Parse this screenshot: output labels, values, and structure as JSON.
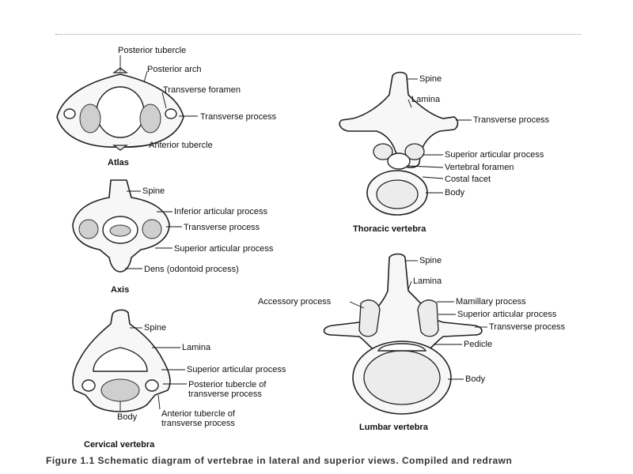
{
  "figure": {
    "caption": "Figure 1.1  Schematic diagram of vertebrae in lateral and superior views. Compiled and redrawn",
    "atlas": {
      "title": "Atlas",
      "labels": {
        "posterior_tubercle": "Posterior tubercle",
        "posterior_arch": "Posterior arch",
        "transverse_foramen": "Transverse foramen",
        "transverse_process": "Transverse process",
        "anterior_tubercle": "Anterior tubercle"
      }
    },
    "axis": {
      "title": "Axis",
      "labels": {
        "spine": "Spine",
        "inferior_articular_process": "Inferior articular process",
        "transverse_process": "Transverse process",
        "superior_articular_process": "Superior articular process",
        "dens": "Dens (odontoid process)"
      }
    },
    "cervical": {
      "title": "Cervical vertebra",
      "labels": {
        "spine": "Spine",
        "lamina": "Lamina",
        "superior_articular_process": "Superior articular process",
        "posterior_tubercle": "Posterior tubercle of transverse process",
        "body": "Body",
        "anterior_tubercle": "Anterior tubercle of transverse process"
      }
    },
    "thoracic": {
      "title": "Thoracic vertebra",
      "labels": {
        "spine": "Spine",
        "lamina": "Lamina",
        "transverse_process": "Transverse process",
        "superior_articular_process": "Superior articular process",
        "vertebral_foramen": "Vertebral foramen",
        "costal_facet": "Costal facet",
        "body": "Body"
      }
    },
    "lumbar": {
      "title": "Lumbar vertebra",
      "labels": {
        "spine": "Spine",
        "lamina": "Lamina",
        "accessory_process": "Accessory process",
        "mamillary_process": "Mamillary process",
        "superior_articular_process": "Superior articular process",
        "transverse_process": "Transverse process",
        "pedicle": "Pedicle",
        "body": "Body"
      }
    }
  }
}
